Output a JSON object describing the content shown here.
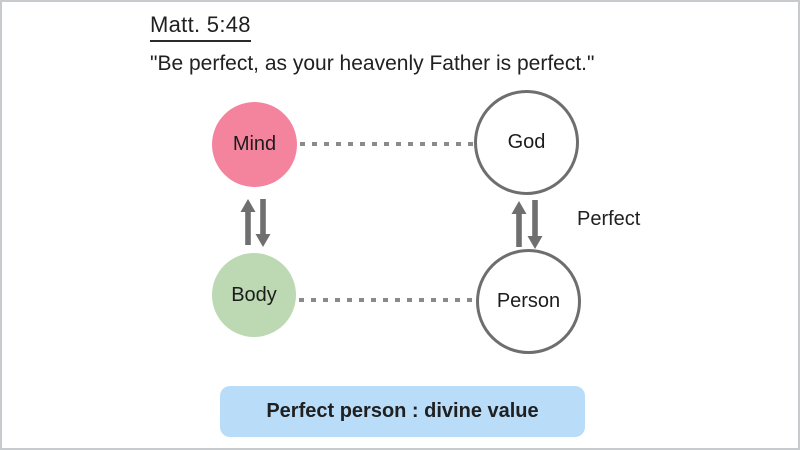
{
  "slide": {
    "title": "Matt. 5:48",
    "quote": "\"Be perfect, as your heavenly Father is perfect.\"",
    "diagram": {
      "mind_label": "Mind",
      "body_label": "Body",
      "god_label": "God",
      "person_label": "Person",
      "relation_label": "Perfect"
    },
    "conclusion_label": "Perfect person : divine value",
    "colors": {
      "mind_fill": "#f4849e",
      "body_fill": "#bcd9b3",
      "node_outline": "#6e6e6e",
      "arrow_gray": "#6f6f6f",
      "dotted_gray": "#8a8a8a",
      "conclusion_bg": "#b9ddf9",
      "frame_border": "#c8cbcd",
      "text": "#212121"
    }
  }
}
